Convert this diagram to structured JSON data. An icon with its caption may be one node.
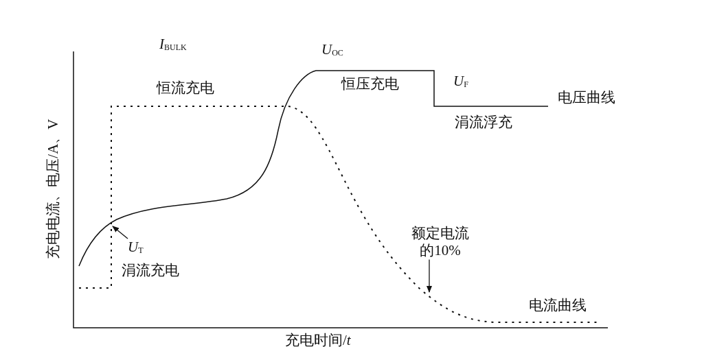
{
  "diagram": {
    "nodes": [
      {
        "text": [
          "*U*$_{T}$"
        ]
      },
      {
        "text": [
          "额定电流的10%"
        ]
      }
    ],
    "edges": [
      {
        "from": 0,
        "to": null,
        "arrow": "to"
      },
      {
        "from": 1,
        "to": null,
        "arrow": "to"
      }
    ],
    "labels": [
      "*I*$_{BULK}$",
      "*U*$_{OC}$",
      "恒流充电",
      "恒压充电",
      "*U*$_{F}$",
      "电压曲线",
      "涓流浮充",
      "涓流充电",
      "电流曲线",
      "充电时间/*t*",
      "充电电流、电压/A、V"
    ]
  }
}
